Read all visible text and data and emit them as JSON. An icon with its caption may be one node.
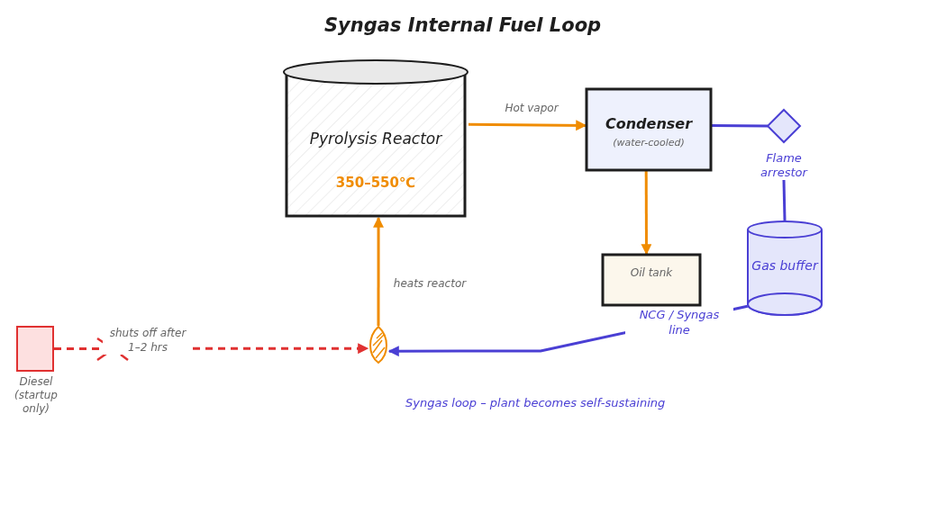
{
  "diagram": {
    "title": "Syngas Internal Fuel Loop",
    "nodes": [
      {
        "text": [
          "Pyrolysis Reactor",
          "350–550℃"
        ]
      },
      {
        "text": [
          "Condenser",
          "(water-cooled)"
        ]
      },
      {
        "text": [
          "Flame arrestor"
        ]
      },
      {
        "text": [
          "Oil tank"
        ]
      },
      {
        "text": [
          "Gas buffer"
        ]
      },
      {
        "text": [],
        "shape": "flame"
      },
      {
        "text": [],
        "shape": "box",
        "beside": [
          "Diesel (startup only)"
        ]
      }
    ],
    "edges": [
      {
        "from": 0,
        "to": 1,
        "arrow": "to",
        "label": "Hot vapor",
        "color": "#f08c00"
      },
      {
        "from": 1,
        "to": 3,
        "arrow": "to",
        "color": "#f08c00"
      },
      {
        "from": 1,
        "to": 2,
        "arrow": "none",
        "color": "#4a3fd4"
      },
      {
        "from": 2,
        "to": 4,
        "arrow": "none",
        "color": "#4a3fd4"
      },
      {
        "from": 4,
        "to": 5,
        "arrow": "to",
        "label": "NCG / Syngas line",
        "color": "#4a3fd4"
      },
      {
        "from": 5,
        "to": 0,
        "arrow": "to",
        "label": "heats reactor",
        "color": "#f08c00"
      },
      {
        "from": 6,
        "to": 5,
        "arrow": "to",
        "label": "shuts off after 1–2 hrs",
        "style": "dashed",
        "color": "#e03131"
      }
    ],
    "labels": [
      "Syngas loop – plant becomes self-sustaining"
    ]
  }
}
